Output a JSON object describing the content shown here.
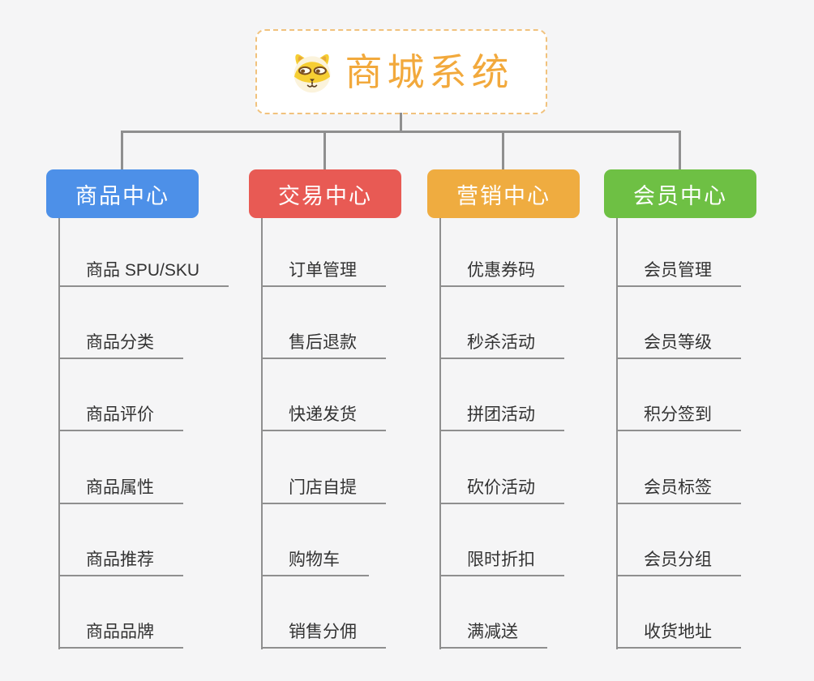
{
  "page": {
    "background": "#f5f5f6"
  },
  "colors": {
    "connector": "#8f8f8f",
    "leaf_text": "#333333",
    "header_text": "#ffffff",
    "root_title": "#f2a93c",
    "root_border": "#f1c27d",
    "root_background": "#ffffff"
  },
  "root": {
    "title": "商城系统",
    "icon": "dog-face-icon"
  },
  "branches": [
    {
      "label": "商品中心",
      "color": "#4d90e8",
      "children": [
        "商品 SPU/SKU",
        "商品分类",
        "商品评价",
        "商品属性",
        "商品推荐",
        "商品品牌"
      ]
    },
    {
      "label": "交易中心",
      "color": "#e85a54",
      "children": [
        "订单管理",
        "售后退款",
        "快递发货",
        "门店自提",
        "购物车",
        "销售分佣"
      ]
    },
    {
      "label": "营销中心",
      "color": "#efac40",
      "children": [
        "优惠券码",
        "秒杀活动",
        "拼团活动",
        "砍价活动",
        "限时折扣",
        "满减送"
      ]
    },
    {
      "label": "会员中心",
      "color": "#6ec044",
      "children": [
        "会员管理",
        "会员等级",
        "积分签到",
        "会员标签",
        "会员分组",
        "收货地址"
      ]
    }
  ]
}
